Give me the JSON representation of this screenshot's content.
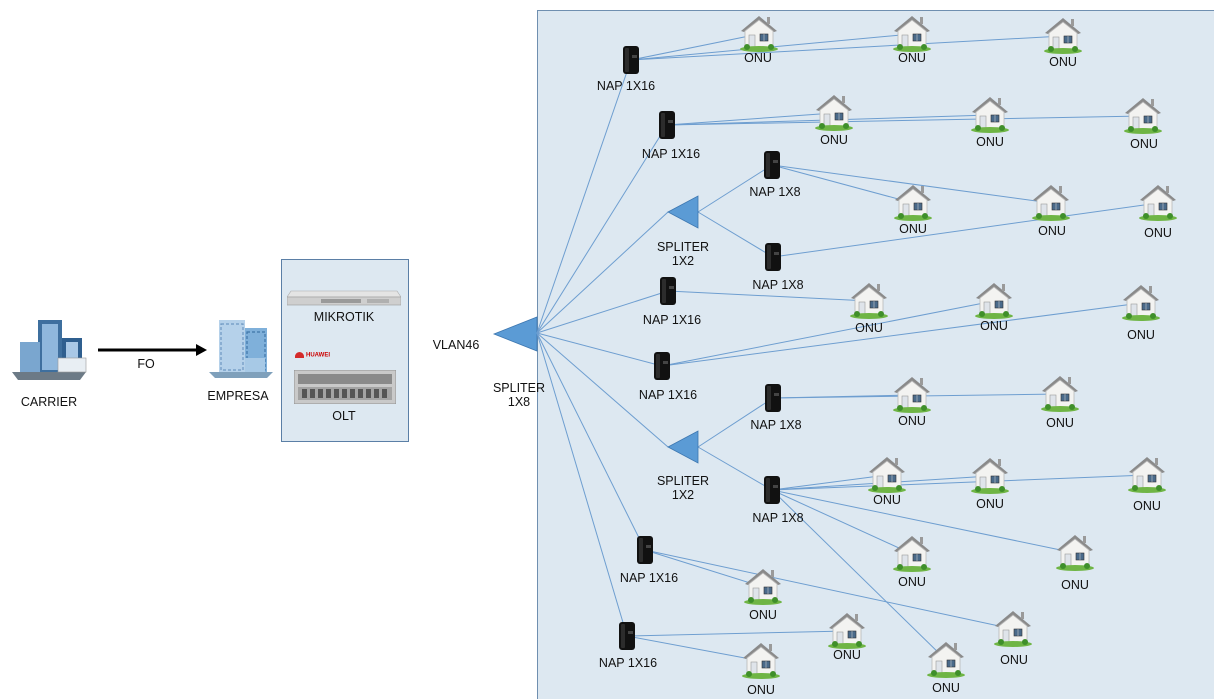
{
  "labels": {
    "carrier": "CARRIER",
    "empresa": "EMPRESA",
    "fo": "FO",
    "mikrotik": "MIKROTIK",
    "huawei": "HUAWEI",
    "olt": "OLT",
    "vlan": "VLAN46",
    "splitter_main": "SPLITER\n1X8",
    "splitter_2": "SPLITER\n1X2",
    "nap16": "NAP 1X16",
    "nap8": "NAP 1X8",
    "onu": "ONU"
  },
  "colors": {
    "link": "#6e9ed0",
    "panel": "#dde8f1",
    "splitter": "#5b9bd5"
  },
  "icons": [
    "building-icon",
    "office-icon",
    "router-icon",
    "olt-icon",
    "splitter-icon",
    "nap-box-icon",
    "house-icon",
    "arrow-icon"
  ]
}
